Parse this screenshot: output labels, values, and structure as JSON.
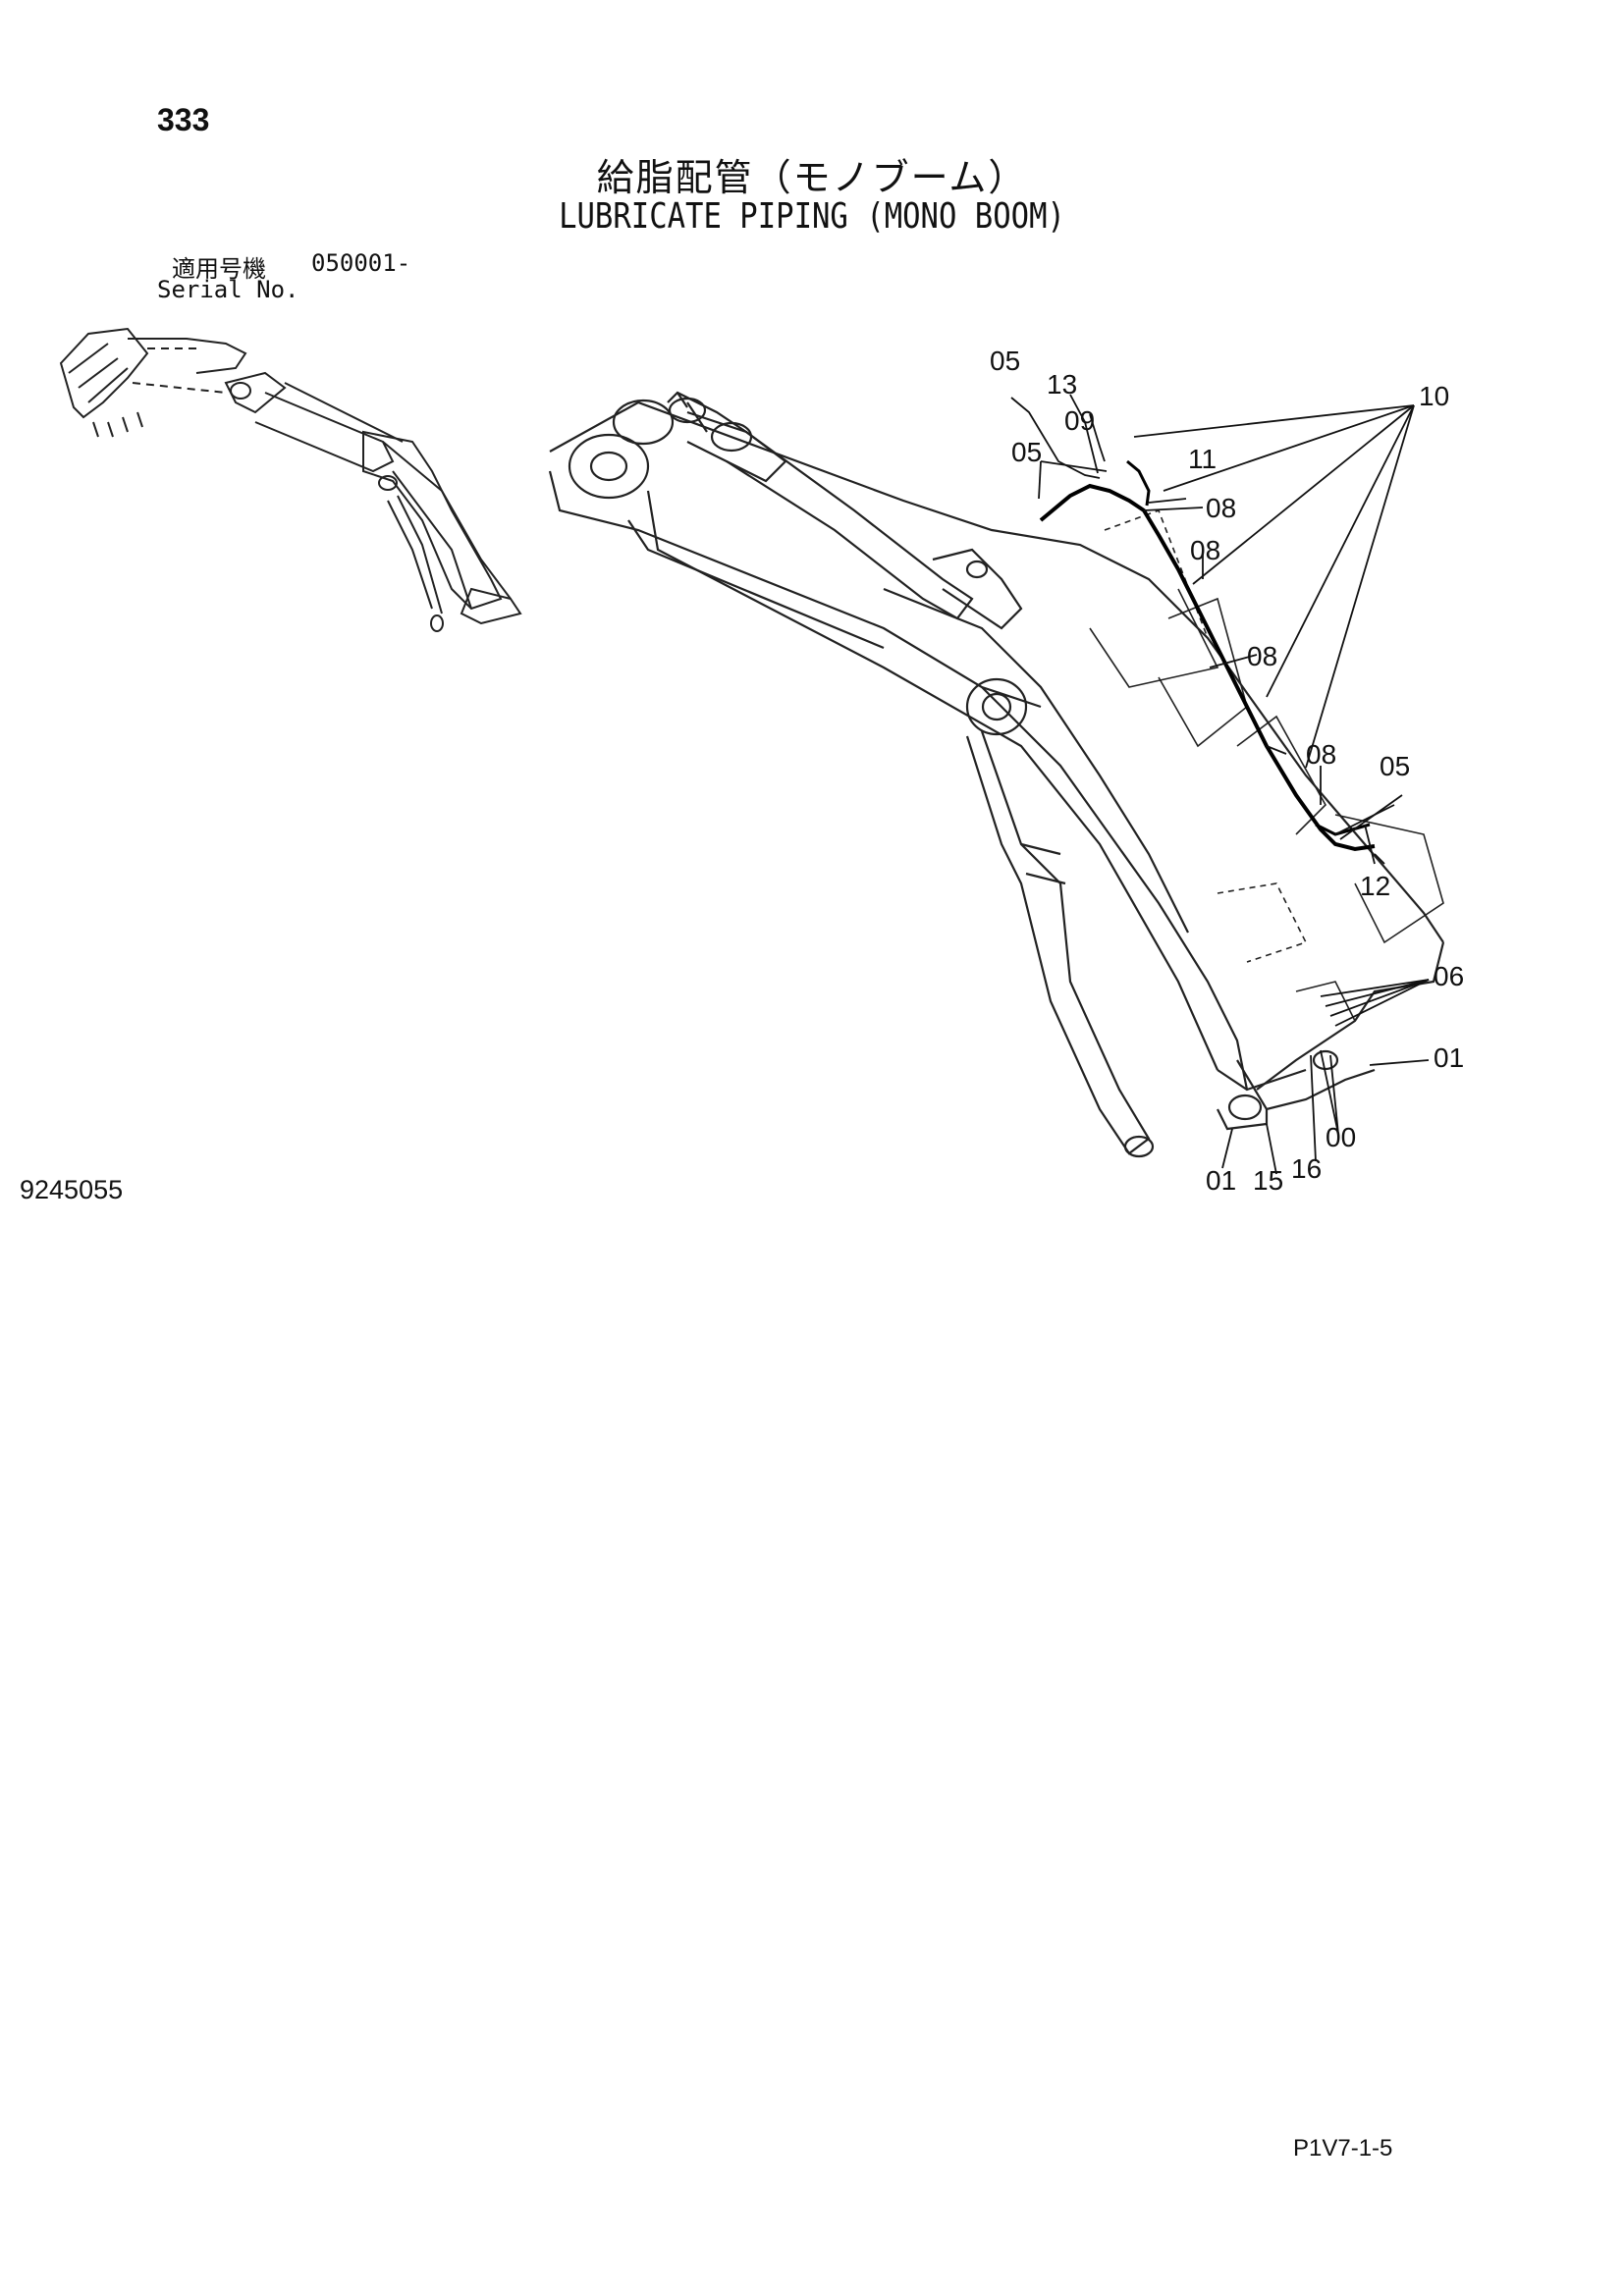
{
  "header": {
    "page_number": "333",
    "title_jp": "給脂配管（モノブーム）",
    "title_en": "LUBRICATE PIPING (MONO BOOM)",
    "serial_label_jp": "適用号機",
    "serial_value": "050001-",
    "serial_label_en": "Serial No."
  },
  "drawing": {
    "callouts": {
      "c05_top": "05",
      "c13": "13",
      "c09": "09",
      "c05_mid": "05",
      "c11": "11",
      "c10": "10",
      "c08_a": "08",
      "c08_b": "08",
      "c08_c": "08",
      "c08_d": "08",
      "c05_right": "05",
      "c12": "12",
      "c06": "06",
      "c01_right": "01",
      "c00": "00",
      "c16": "16",
      "c15": "15",
      "c01_left": "01"
    }
  },
  "footer": {
    "drawing_number": "9245055",
    "page_code": "P1V7-1-5"
  }
}
